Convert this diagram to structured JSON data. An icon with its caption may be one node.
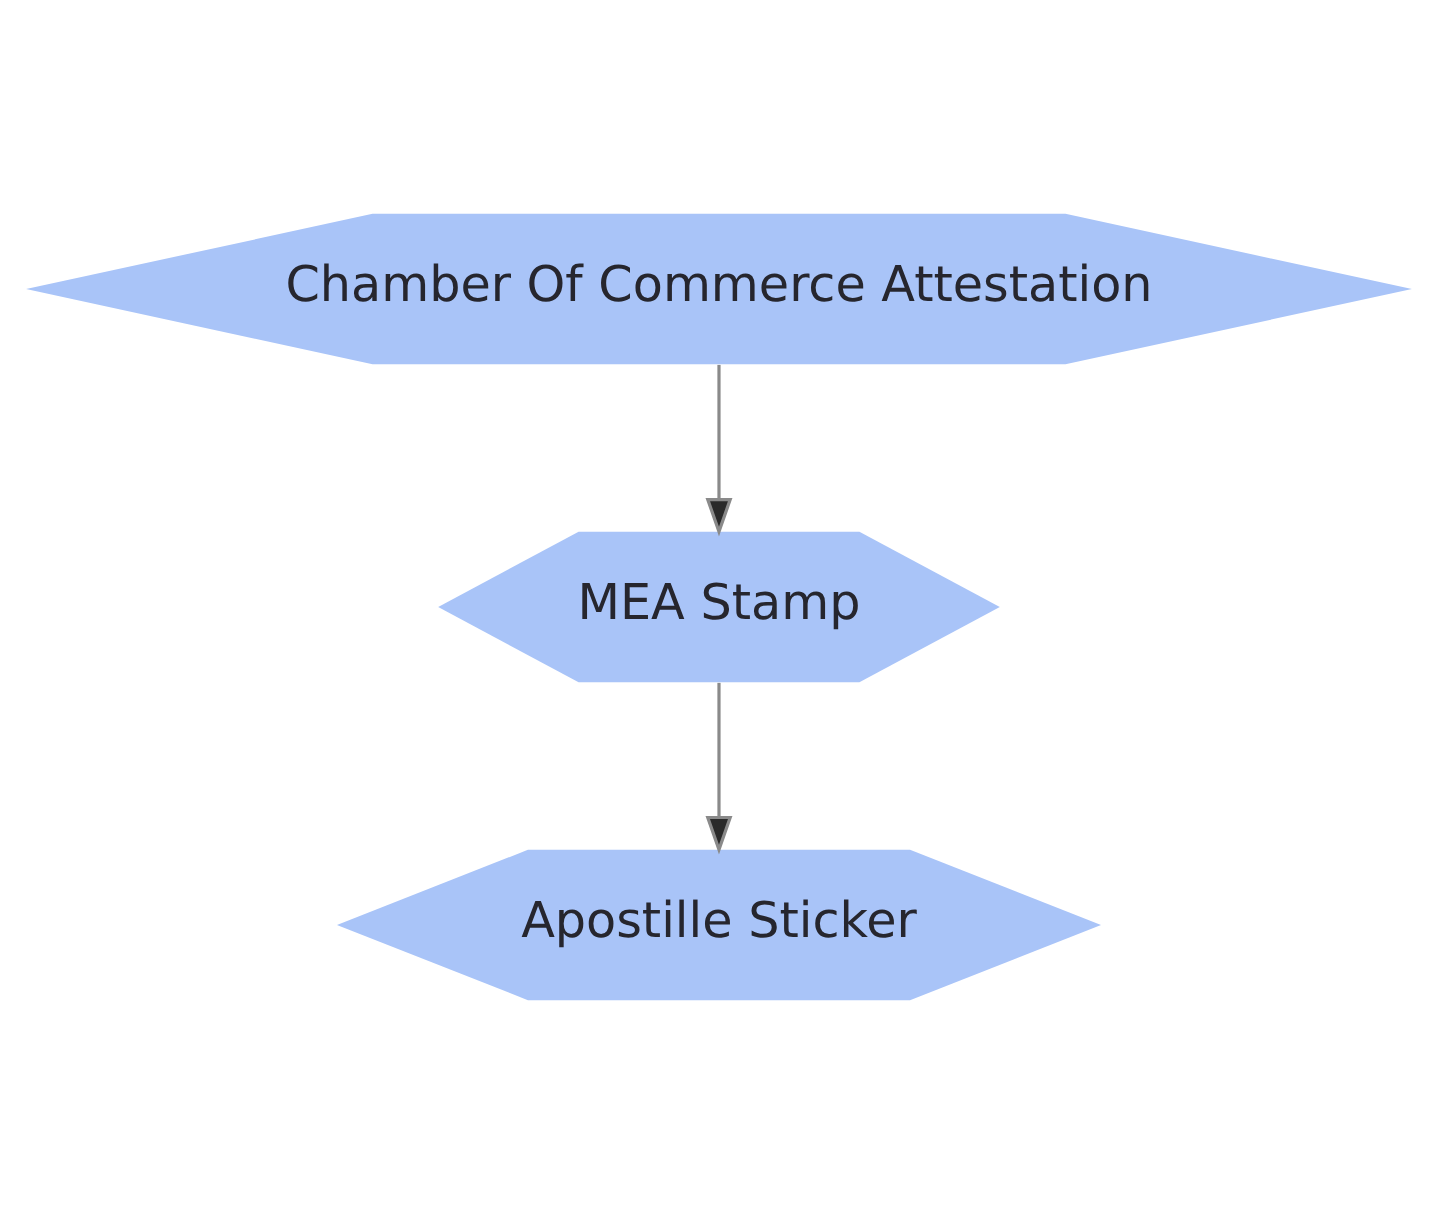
{
  "diagram": {
    "nodes": [
      {
        "text": [
          "Chamber Of Commerce Attestation"
        ]
      },
      {
        "text": [
          "MEA Stamp"
        ]
      },
      {
        "text": [
          "Apostille Sticker"
        ]
      }
    ],
    "edges": [
      {
        "from": 0,
        "to": 1,
        "arrow": "to"
      },
      {
        "from": 1,
        "to": 2,
        "arrow": "to"
      }
    ]
  }
}
